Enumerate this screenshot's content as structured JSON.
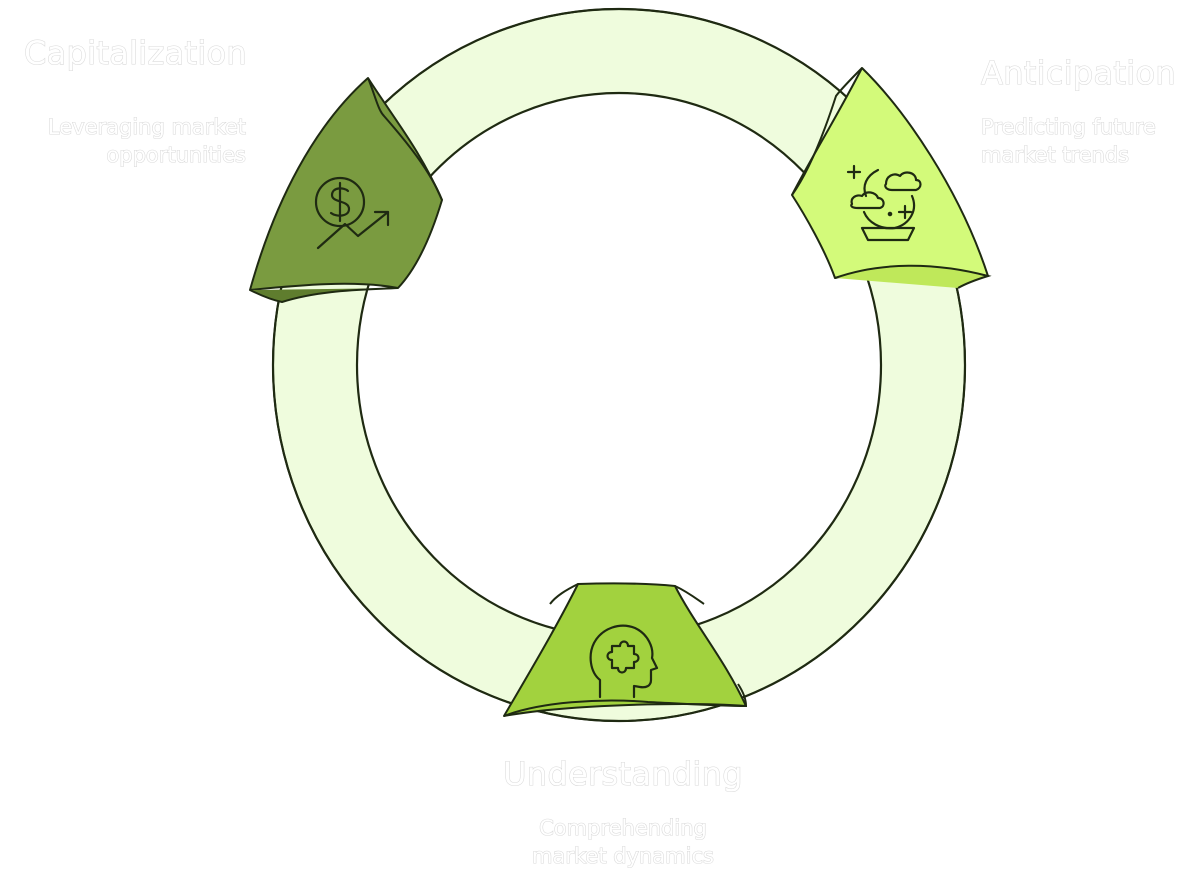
{
  "stages": [
    {
      "id": "capitalization",
      "title": "Capitalization",
      "description": "Leveraging market opportunities",
      "description_lines": [
        "Leveraging market",
        "opportunities"
      ],
      "icon": "dollar-trend-up-icon",
      "color": "#7a9b40"
    },
    {
      "id": "anticipation",
      "title": "Anticipation",
      "description": "Predicting future market trends",
      "description_lines": [
        "Predicting future",
        "market trends"
      ],
      "icon": "crystal-ball-icon",
      "color": "#d3fa7a"
    },
    {
      "id": "understanding",
      "title": "Understanding",
      "description": "Comprehending market dynamics",
      "description_lines": [
        "Comprehending",
        "market dynamics"
      ],
      "icon": "head-puzzle-icon",
      "color": "#a2d23e"
    }
  ],
  "colors": {
    "ring_fill": "#effcdd",
    "outline": "#1f2a12",
    "label_text": "#ffffff",
    "label_outline": "#d9d9d9"
  }
}
